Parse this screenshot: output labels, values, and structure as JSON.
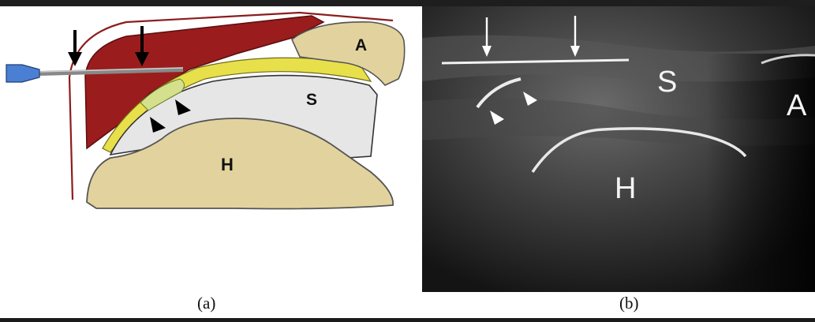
{
  "panel_a": {
    "caption": "(a)",
    "labels": {
      "acromion": "A",
      "subscapularis": "S",
      "humerus": "H"
    },
    "colors": {
      "deltoid": "#9b1c1c",
      "bone": "#e2d39e",
      "tendon": "#e6e6e6",
      "bursa": "#e8e04a",
      "needle_hub": "#4a7fd4"
    }
  },
  "panel_b": {
    "caption": "(b)",
    "labels": {
      "subscapularis": "S",
      "acromion": "A",
      "humerus": "H"
    }
  }
}
